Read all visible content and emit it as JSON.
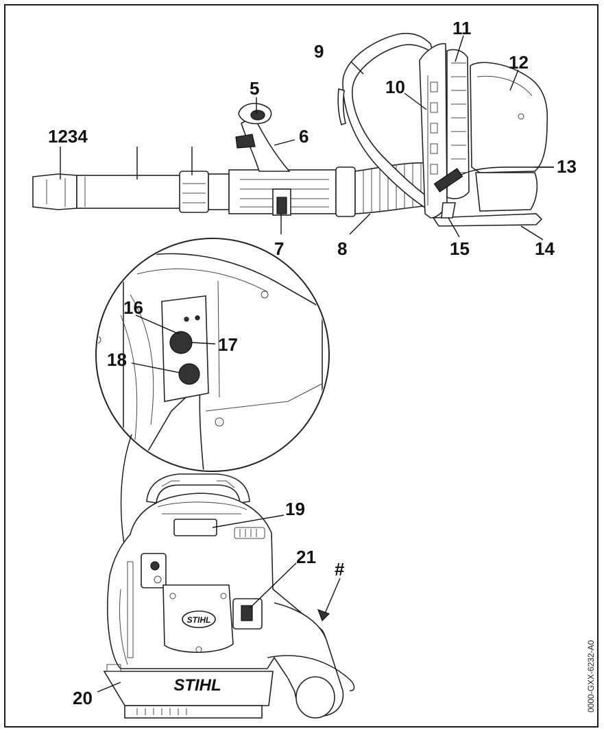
{
  "callouts": {
    "c1234": "1234",
    "c5": "5",
    "c6": "6",
    "c7": "7",
    "c8": "8",
    "c9": "9",
    "c10": "10",
    "c11": "11",
    "c12": "12",
    "c13": "13",
    "c14": "14",
    "c15": "15",
    "c16": "16",
    "c17": "17",
    "c18": "18",
    "c19": "19",
    "c20": "20",
    "c21": "21",
    "hash": "#"
  },
  "brand": {
    "logo_cover": "STIHL",
    "logo_tank": "STIHL"
  },
  "figure_code": "0000-GXX-6232-A0"
}
